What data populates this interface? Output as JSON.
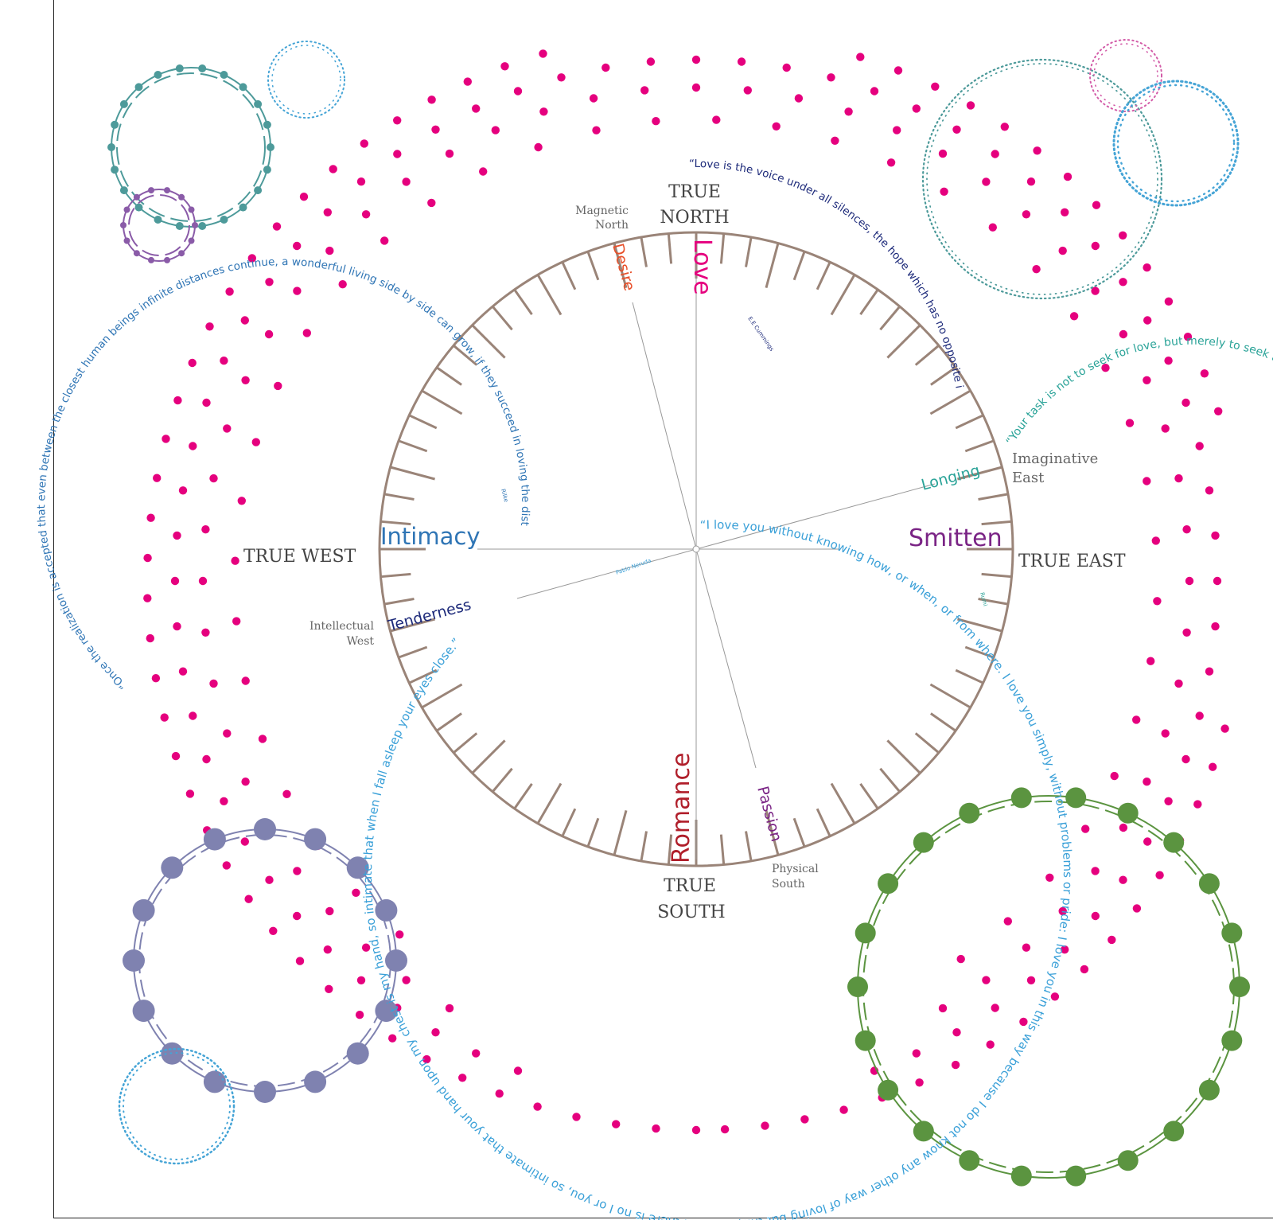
{
  "directions": {
    "true_north": [
      "TRUE",
      "NORTH"
    ],
    "true_south": [
      "TRUE",
      "SOUTH"
    ],
    "true_west": "TRUE WEST",
    "true_east": "TRUE EAST",
    "magnetic_north": [
      "Magnetic",
      "North"
    ],
    "imaginative_east": [
      "Imaginative",
      "East"
    ],
    "intellectual_west": [
      "Intellectual",
      "West"
    ],
    "physical_south": [
      "Physical",
      "South"
    ]
  },
  "feelings": {
    "love": "Love",
    "desire": "Desire",
    "longing": "Longing",
    "smitten": "Smitten",
    "intimacy": "Intimacy",
    "tenderness": "Tenderness",
    "romance": "Romance",
    "passion": "Passion"
  },
  "quotes": {
    "cummings": "“Love is the voice under all silences, the hope which has no opposite in fear; the strength so strong mere force is feebleness: the truth more first than sun, more last than star…”",
    "cummings_author": "E.E Cummings",
    "rilke": "“Once the realization is accepted that even between the closest human beings infinite distances continue, a wonderful living side by side can grow, if they succeed in loving the distance between them which makes it possible for each to see the other whole against the sky.”",
    "rilke_author": "Rilke",
    "rumi": "“Your task is not to seek for love, but merely to seek and find all the barriers within yourself that you have built against it.”",
    "rumi_author": "Rumi",
    "neruda_short": "“I love you without knowing how, or when, or from where. I love you simply, without problems or pride: I love you in this way because I do not know any other way of loving but this, in which there is no I or you, so intimate that your hand upon my chest is my hand, so intimate that when I fall asleep your eyes close.”",
    "neruda_author": "Pablo Neruda"
  },
  "colors": {
    "compass": "#9a8478",
    "dots": "#e5007e",
    "love": "#e5007e",
    "desire": "#e8502a",
    "longing": "#2aa398",
    "smitten": "#7a2485",
    "intimacy": "#2f75b5",
    "tenderness": "#1d2a7a",
    "romance": "#b01e2a",
    "passion": "#7a2485",
    "cummings": "#1d2a7a",
    "rilke": "#2f75b5",
    "rumi": "#2aa398",
    "neruda": "#3aa0d8",
    "teal_circle": "#4d9a9a",
    "purple_circle": "#8a5ba8",
    "lavender_circle": "#7f82b0",
    "green_circle": "#5b9440",
    "blue_dotted": "#45a4d6",
    "pink_dotted": "#d35ca8",
    "labels": "#666666"
  }
}
